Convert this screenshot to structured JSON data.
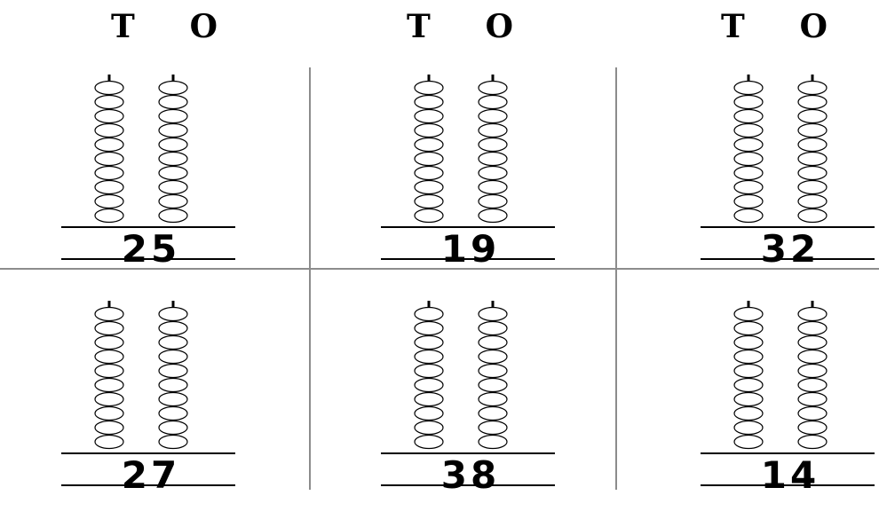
{
  "headers": [
    {
      "tens": "T",
      "ones": "O"
    },
    {
      "tens": "T",
      "ones": "O"
    },
    {
      "tens": "T",
      "ones": "O"
    }
  ],
  "problems": [
    {
      "number": "25"
    },
    {
      "number": "19"
    },
    {
      "number": "32"
    },
    {
      "number": "27"
    },
    {
      "number": "38"
    },
    {
      "number": "14"
    }
  ],
  "beads_per_rod": 10
}
